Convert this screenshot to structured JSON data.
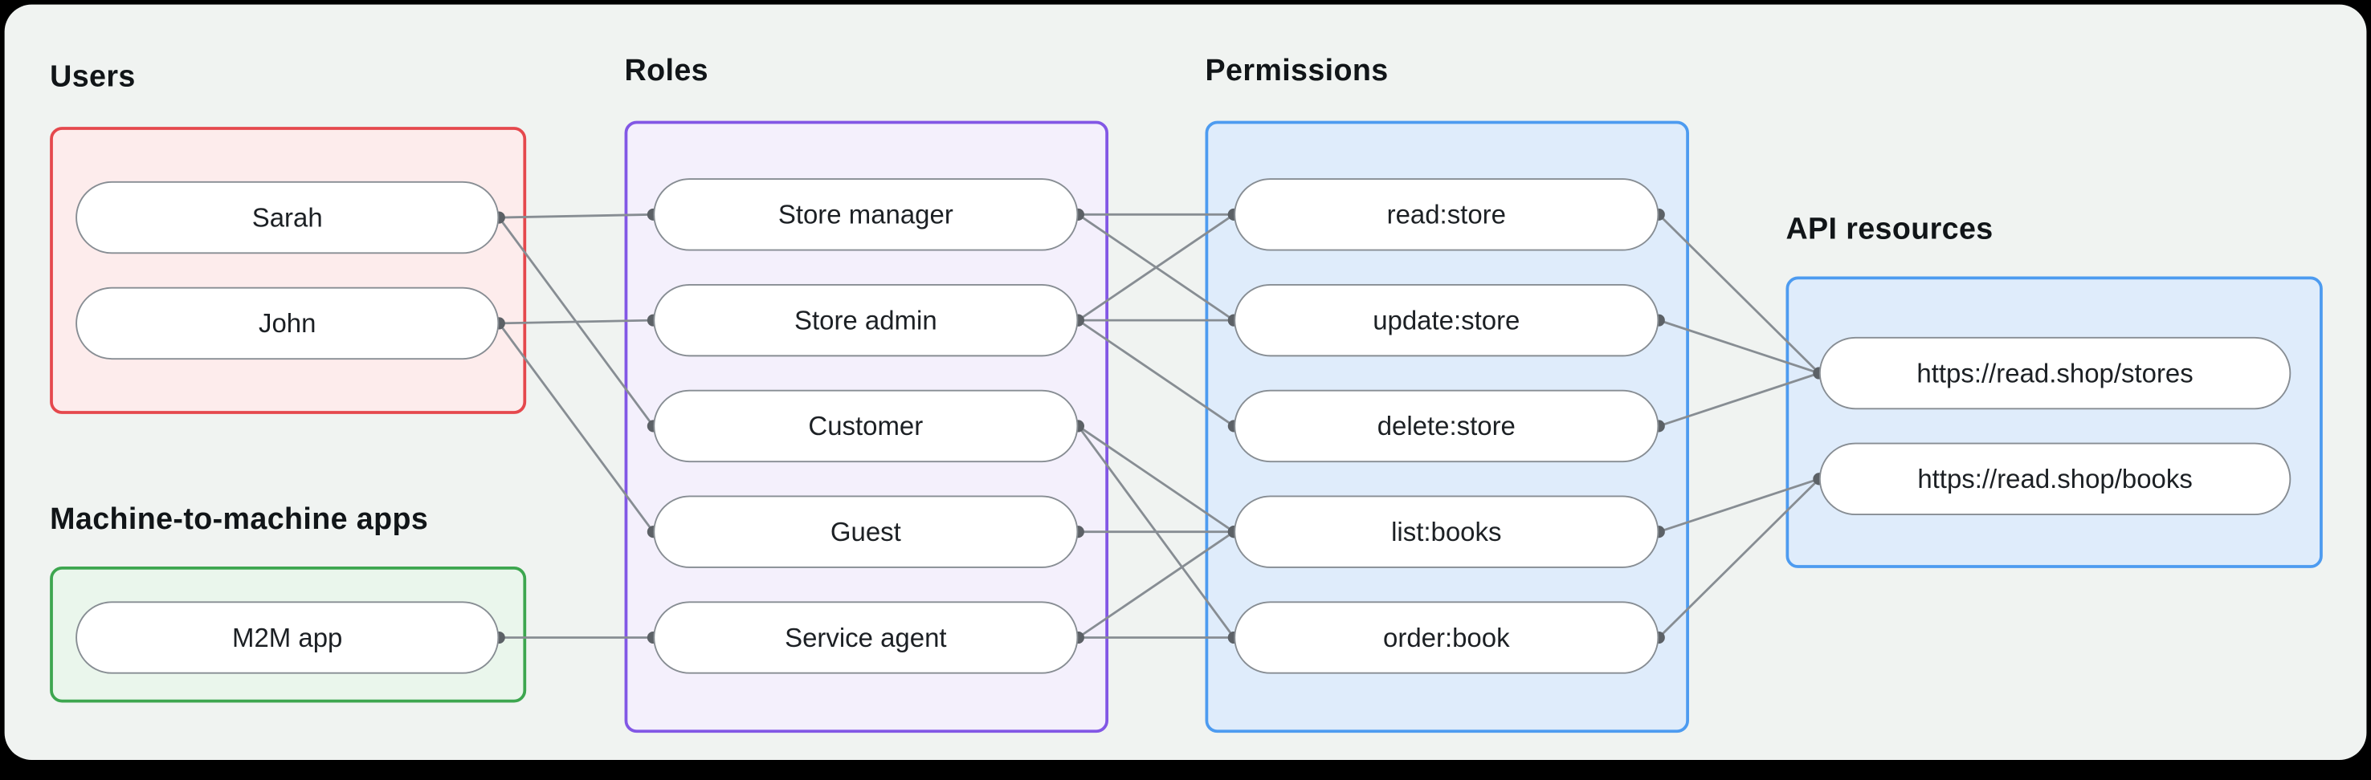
{
  "colors": {
    "page_bg": "#000000",
    "window_bg": "#f0f3f1",
    "node_bg": "#ffffff",
    "node_border": "#878d93",
    "node_text": "#1c2024",
    "label_text": "#111518",
    "edge": "#878d93",
    "edge_dot": "#5c6166",
    "users_border": "#e5484d",
    "users_fill": "#fdecec",
    "m2m_border": "#3da64f",
    "m2m_fill": "#eaf6ec",
    "roles_border": "#8257e5",
    "roles_fill": "#f4f0fc",
    "permissions_border": "#4d9bf0",
    "permissions_fill": "#dfecfb",
    "api_border": "#4d9bf0",
    "api_fill": "#dfecfb"
  },
  "groups": {
    "users": {
      "label": "Users",
      "nodes": [
        {
          "id": "sarah",
          "label": "Sarah"
        },
        {
          "id": "john",
          "label": "John"
        }
      ]
    },
    "m2m": {
      "label": "Machine-to-machine apps",
      "nodes": [
        {
          "id": "m2m-app",
          "label": "M2M app"
        }
      ]
    },
    "roles": {
      "label": "Roles",
      "nodes": [
        {
          "id": "store-manager",
          "label": "Store manager"
        },
        {
          "id": "store-admin",
          "label": "Store admin"
        },
        {
          "id": "customer",
          "label": "Customer"
        },
        {
          "id": "guest",
          "label": "Guest"
        },
        {
          "id": "service-agent",
          "label": "Service agent"
        }
      ]
    },
    "permissions": {
      "label": "Permissions",
      "nodes": [
        {
          "id": "read-store",
          "label": "read:store"
        },
        {
          "id": "update-store",
          "label": "update:store"
        },
        {
          "id": "delete-store",
          "label": "delete:store"
        },
        {
          "id": "list-books",
          "label": "list:books"
        },
        {
          "id": "order-book",
          "label": "order:book"
        }
      ]
    },
    "api": {
      "label": "API resources",
      "nodes": [
        {
          "id": "res-stores",
          "label": "https://read.shop/stores"
        },
        {
          "id": "res-books",
          "label": "https://read.shop/books"
        }
      ]
    }
  },
  "edges": [
    [
      "sarah",
      "store-manager"
    ],
    [
      "sarah",
      "customer"
    ],
    [
      "john",
      "store-admin"
    ],
    [
      "john",
      "guest"
    ],
    [
      "m2m-app",
      "service-agent"
    ],
    [
      "store-manager",
      "read-store"
    ],
    [
      "store-manager",
      "update-store"
    ],
    [
      "store-admin",
      "read-store"
    ],
    [
      "store-admin",
      "update-store"
    ],
    [
      "store-admin",
      "delete-store"
    ],
    [
      "customer",
      "list-books"
    ],
    [
      "customer",
      "order-book"
    ],
    [
      "guest",
      "list-books"
    ],
    [
      "service-agent",
      "list-books"
    ],
    [
      "service-agent",
      "order-book"
    ],
    [
      "read-store",
      "res-stores"
    ],
    [
      "update-store",
      "res-stores"
    ],
    [
      "delete-store",
      "res-stores"
    ],
    [
      "list-books",
      "res-books"
    ],
    [
      "order-book",
      "res-books"
    ]
  ]
}
